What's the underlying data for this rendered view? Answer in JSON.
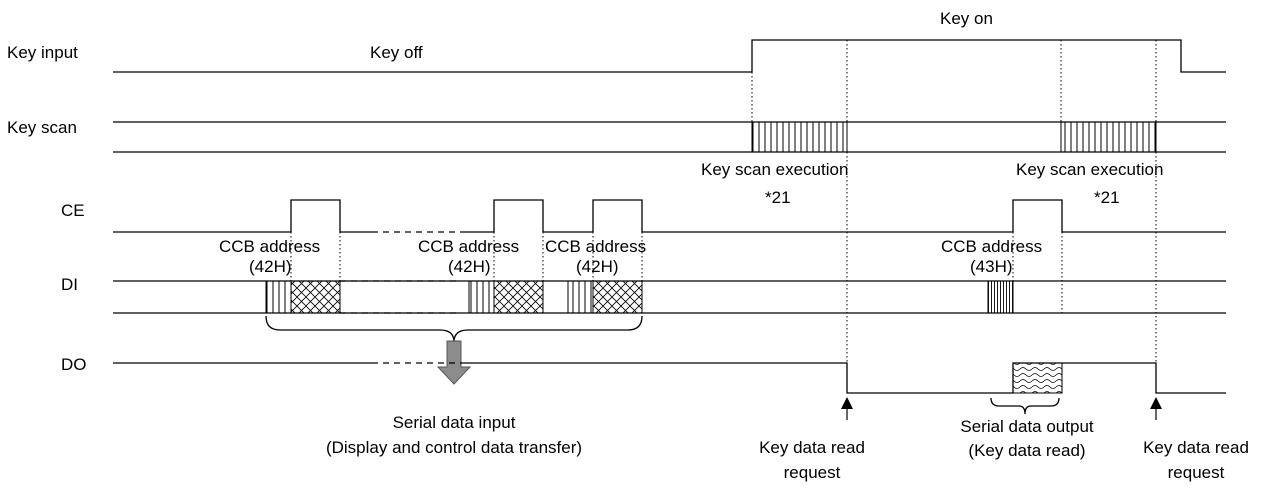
{
  "signals": {
    "key_input": "Key input",
    "key_scan": "Key scan",
    "ce": "CE",
    "di": "DI",
    "do": "DO"
  },
  "states": {
    "key_off": "Key off",
    "key_on": "Key on"
  },
  "annotations": {
    "key_scan_execution_1": "Key scan execution",
    "key_scan_execution_2": "Key scan execution",
    "note_1": "*21",
    "note_2": "*21",
    "ccb_address_1": "CCB address",
    "ccb_value_1": "(42H)",
    "ccb_address_2": "CCB address",
    "ccb_value_2": "(42H)",
    "ccb_address_3": "CCB address",
    "ccb_value_3": "(42H)",
    "ccb_address_4": "CCB address",
    "ccb_value_4": "(43H)",
    "serial_input_line1": "Serial data input",
    "serial_input_line2": "(Display and control data transfer)",
    "read_request_1_line1": "Key data read",
    "read_request_1_line2": "request",
    "serial_output_line1": "Serial data output",
    "serial_output_line2": "(Key data read)",
    "read_request_2_line1": "Key data read",
    "read_request_2_line2": "request"
  },
  "colors": {
    "arrow_fill": "#8c8c8c",
    "line": "#000000"
  }
}
